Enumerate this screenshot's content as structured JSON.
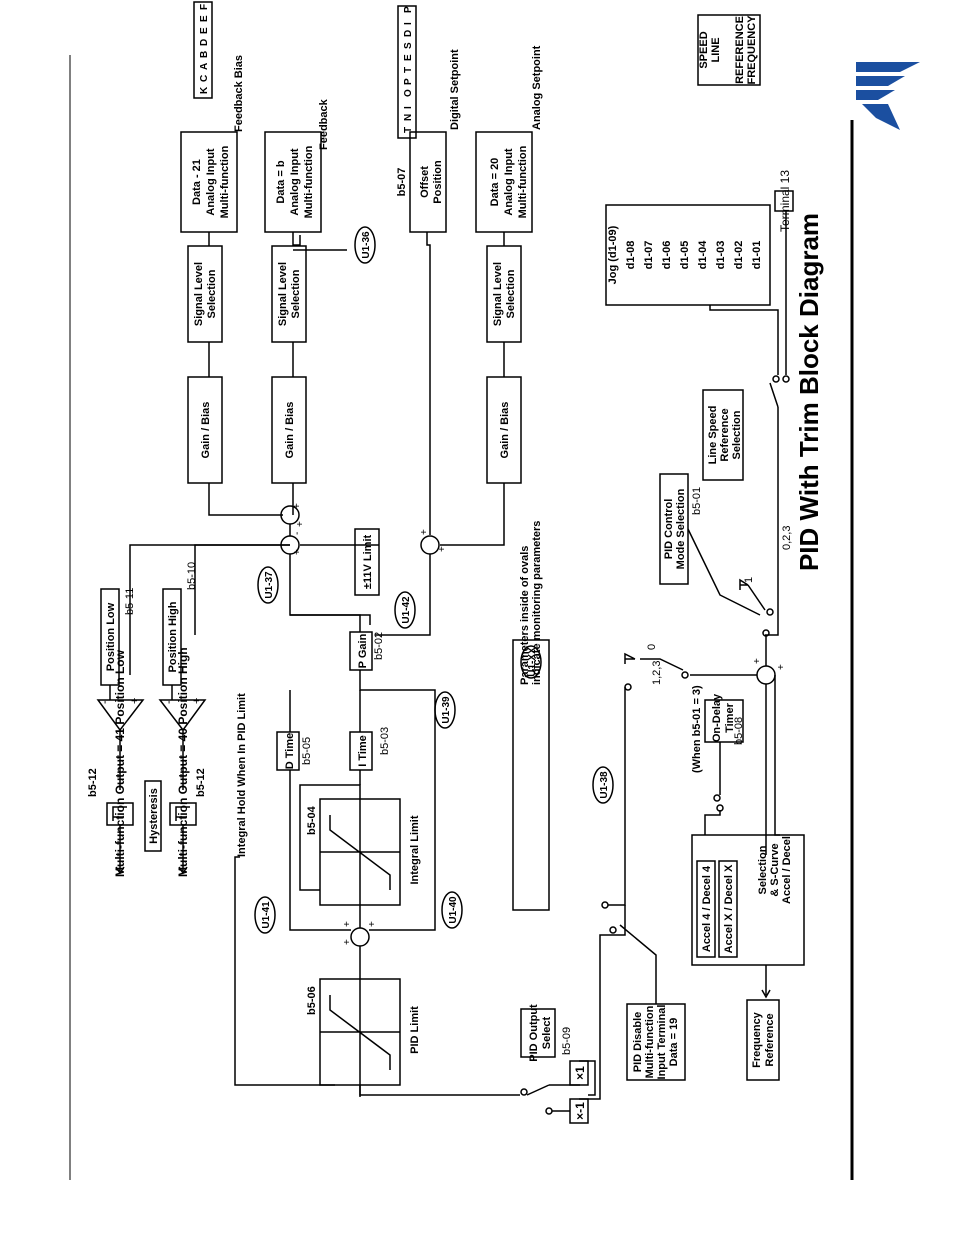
{
  "title": "PID With Trim Block Diagram",
  "legend_line_speed": [
    "FREQUENCY",
    "REFERENCE",
    "LINE",
    "SPEED"
  ],
  "legend_pid_setpoint": [
    "P",
    "I",
    "D",
    "S",
    "E",
    "T",
    "P",
    "O",
    "I",
    "N",
    "T"
  ],
  "legend_pid_feedback": [
    "F",
    "E",
    "E",
    "D",
    "B",
    "A",
    "C",
    "K"
  ],
  "freq_ref_sources": {
    "terminal": "Terminal 13",
    "items": [
      "d1-01",
      "d1-02",
      "d1-03",
      "d1-04",
      "d1-05",
      "d1-06",
      "d1-07",
      "d1-08",
      "Jog (d1-09)"
    ]
  },
  "line_speed_sel": [
    "Line Speed",
    "Reference",
    "Selection"
  ],
  "pid_mode": {
    "param": "b5-01",
    "lines": [
      "PID Control",
      "Mode Selection"
    ]
  },
  "pos_0_2_3": "0,2,3",
  "pos_1": "1",
  "pos_0": "0",
  "pos_1_2_3": "1,2,3",
  "on_delay": {
    "param": "b5-08",
    "lines": [
      "On-Delay",
      "Timer",
      "(When b5-01 = 3)"
    ]
  },
  "accel_block": {
    "lines": [
      "Accel / Decel",
      "& S-Curve",
      "Selection"
    ],
    "opt1": "Accel X / Decel X",
    "opt2": "Accel 4 / Decel 4"
  },
  "freq_out": [
    "Frequency",
    "Reference"
  ],
  "monitor_legend": {
    "oval": "U1-XX",
    "lines": [
      "Parameters inside of ovals",
      "indicate monitoring parameters"
    ]
  },
  "analog_setpoint": {
    "label": "Analog Setpoint",
    "lines": [
      "Multi-function",
      "Analog Input",
      "Data = 20"
    ]
  },
  "digital_setpoint": {
    "label": "Digital Setpoint",
    "lines": [
      "Position",
      "Offset",
      "b5-07"
    ]
  },
  "feedback": {
    "label": "Feedback",
    "lines": [
      "Multi-function",
      "Analog Input",
      "Data = b"
    ]
  },
  "feedback_bias": {
    "label": "Feedback Bias",
    "lines": [
      "Multi-function",
      "Analog Input",
      "Data - 21"
    ]
  },
  "signal_level": [
    "Signal Level",
    "Selection"
  ],
  "gain_bias": "Gain / Bias",
  "monitors": {
    "u1_36": "U1-36",
    "u1_37": "U1-37",
    "u1_38": "U1-38",
    "u1_39": "U1-39",
    "u1_40": "U1-40",
    "u1_41": "U1-41",
    "u1_42": "U1-42"
  },
  "limit_11v": "±11V Limit",
  "p_gain": {
    "param": "b5-02",
    "label": "P Gain"
  },
  "i_time": {
    "param": "b5-03",
    "label": "I Time"
  },
  "d_time": {
    "param": "b5-05",
    "label": "D Time"
  },
  "integral_limit": {
    "label": "Integral Limit",
    "param": "b5-04"
  },
  "pid_limit": {
    "label": "PID Limit",
    "param": "b5-06"
  },
  "integral_hold": "Integral Hold When In PID Limit",
  "pid_output_sel": {
    "param": "b5-09",
    "lines": [
      "PID Output",
      "Select"
    ]
  },
  "x_plus1": "×1",
  "x_minus1": "×-1",
  "pid_disable": [
    "PID Disable",
    "Multi-function",
    "Input Terminal",
    "Data = 19"
  ],
  "position_high": {
    "param": "b5-10",
    "label": "Position High"
  },
  "position_low": {
    "param": "b5-11",
    "label": "Position Low"
  },
  "hysteresis": "Hysteresis",
  "hyst_param": "b5-12",
  "output_high": "Multi-function Output = 40 Position High",
  "output_low": "Multi-function Output = 41 Position Low",
  "plus": "+",
  "minus": "-"
}
